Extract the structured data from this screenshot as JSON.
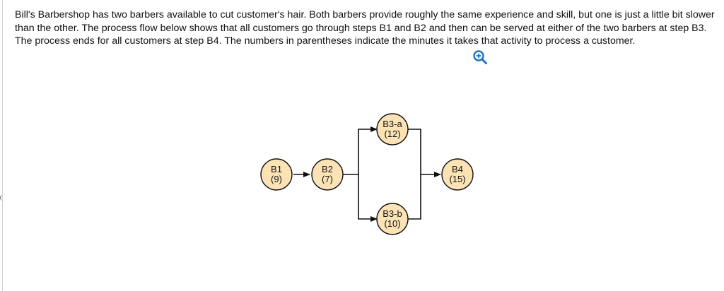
{
  "question": {
    "text": "Bill's Barbershop has two barbers available to cut customer's hair. Both barbers provide roughly the same experience and skill, but one is just a little bit slower than the other. The process flow below shows that all customers go through steps B1 and B2 and then can be served at either of the two barbers at step B3. The process ends for all customers at step B4. The numbers in parentheses indicate the minutes it takes that activity to process a customer."
  },
  "toolbar": {
    "zoom_icon": "zoom-in-icon"
  },
  "colors": {
    "node_fill": "#fbe3b6",
    "node_stroke": "#111111",
    "line": "#111111",
    "zoom_icon": "#1a73c8"
  },
  "diagram": {
    "nodes": [
      {
        "id": "b1",
        "label": "B1",
        "time": "(9)"
      },
      {
        "id": "b2",
        "label": "B2",
        "time": "(7)"
      },
      {
        "id": "b3a",
        "label": "B3-a",
        "time": "(12)"
      },
      {
        "id": "b3b",
        "label": "B3-b",
        "time": "(10)"
      },
      {
        "id": "b4",
        "label": "B4",
        "time": "(15)"
      }
    ]
  }
}
